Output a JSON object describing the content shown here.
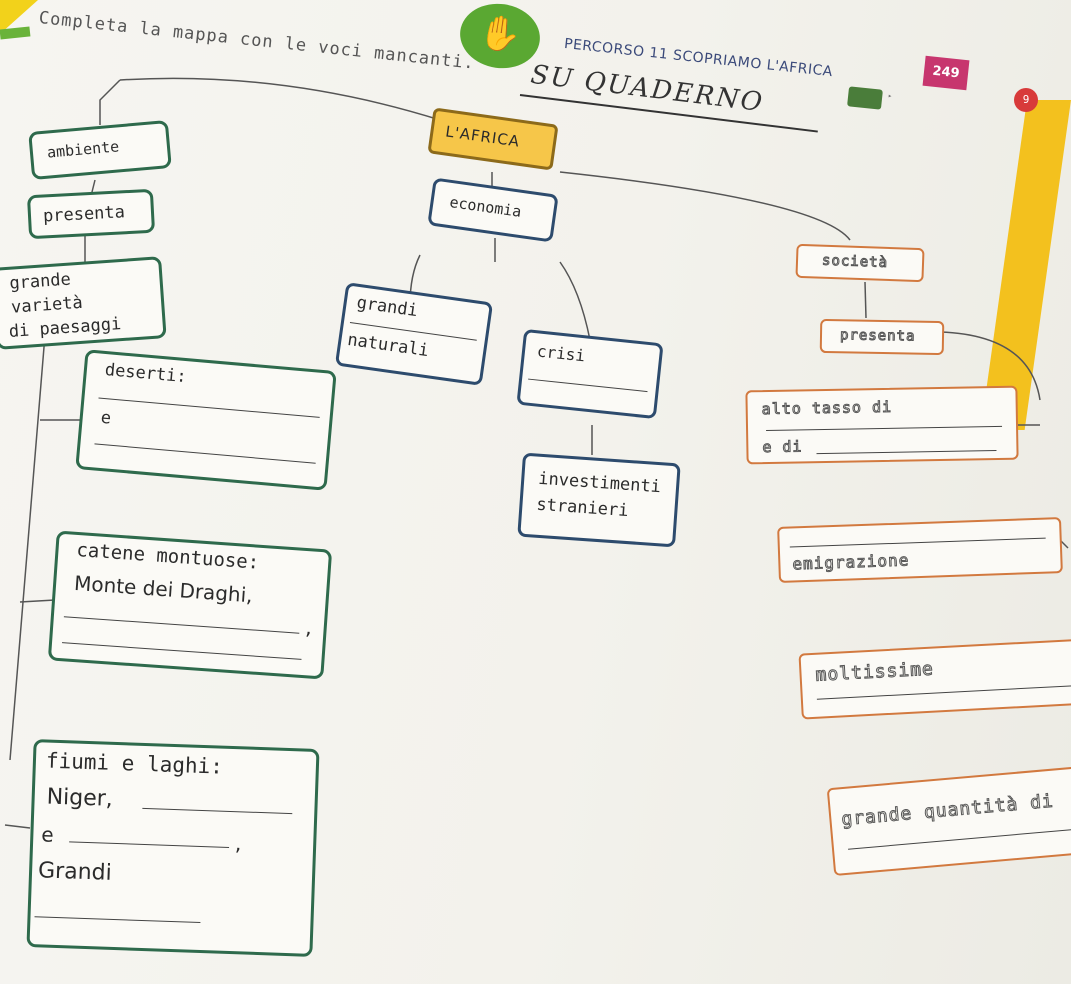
{
  "header": {
    "instruction": "Completa la mappa con le voci mancanti.",
    "percorso": "PERCORSO 11  SCOPRIAMO L'AFRICA",
    "page_number": "249",
    "handwritten_note": "SU QUADERNO",
    "media_icon": "video-icon",
    "badge_number": "9"
  },
  "map": {
    "center": "L'AFRICA",
    "ambiente": {
      "label": "ambiente",
      "presenta": "presenta",
      "grande_varieta": [
        "grande",
        "varietà",
        "di paesaggi"
      ],
      "deserti": {
        "title": "deserti:",
        "e": "e"
      },
      "catene": {
        "title": "catene montuose:",
        "line1": "Monte dei Draghi,",
        "comma": ","
      },
      "fiumi": {
        "title": "fiumi e laghi:",
        "niger": "Niger,",
        "e": "e",
        "comma": ",",
        "grandi": "Grandi"
      }
    },
    "economia": {
      "label": "economia",
      "grandi_naturali": [
        "grandi",
        "naturali"
      ],
      "crisi": "crisi",
      "investimenti": [
        "investimenti",
        "stranieri"
      ]
    },
    "societa": {
      "label": "società",
      "presenta": "presenta",
      "alto_tasso": "alto tasso di",
      "e_di": "e di",
      "emigrazione": "emigrazione",
      "moltissime": "moltissime",
      "grande_quantita": "grande quantità di"
    }
  },
  "colors": {
    "green_border": "#2e6a4c",
    "blue_border": "#2d4b6d",
    "orange_border": "#d2793f",
    "yellow_fill": "#f6c649",
    "page_number_bg": "#c7366e"
  }
}
